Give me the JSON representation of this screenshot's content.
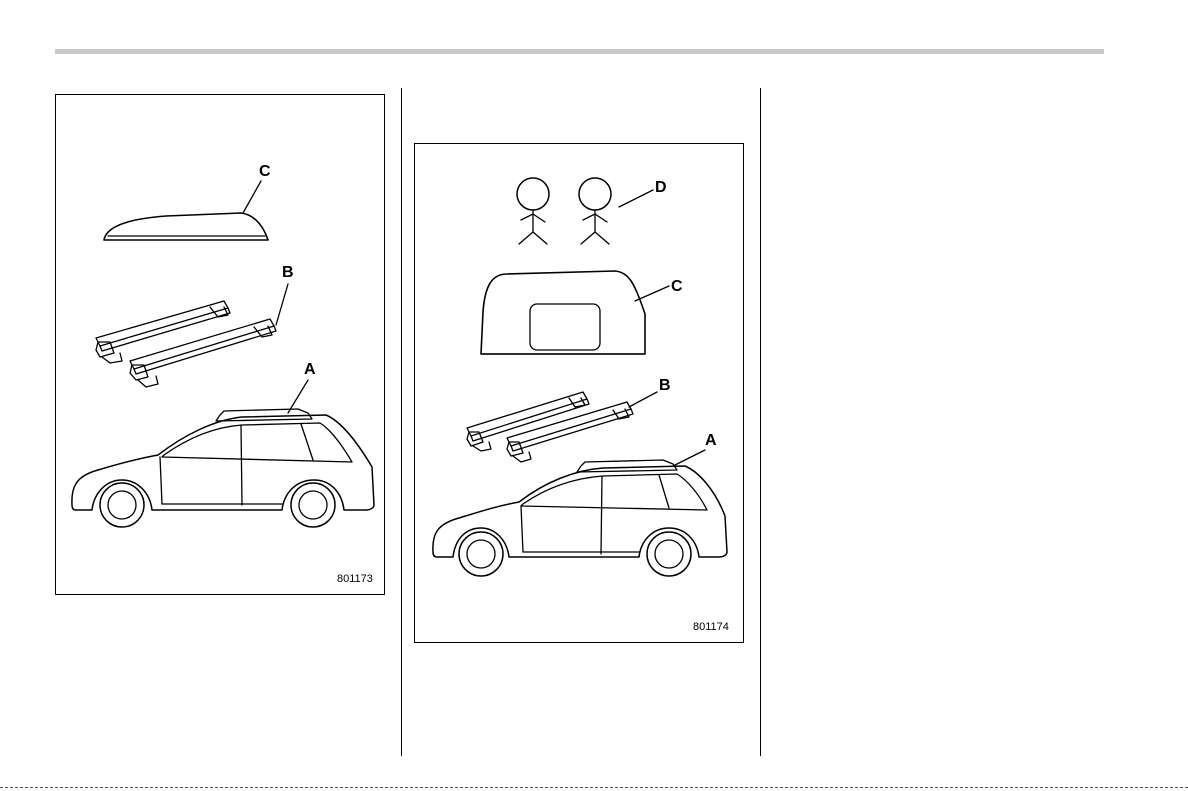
{
  "figure1": {
    "id": "801173",
    "callouts": {
      "a": "A",
      "b": "B",
      "c": "C"
    }
  },
  "figure2": {
    "id": "801174",
    "callouts": {
      "a": "A",
      "b": "B",
      "c": "C",
      "d": "D"
    }
  }
}
